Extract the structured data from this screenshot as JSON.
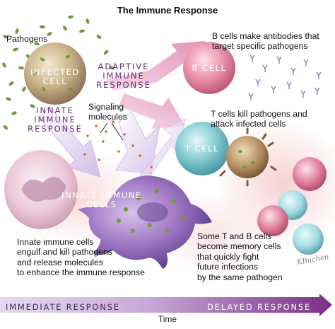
{
  "figure": {
    "title": "The Immune Response",
    "pathogens_label": "Pathogens",
    "infected_cell_label": [
      "INFECTED",
      "CELL"
    ],
    "adaptive_label": [
      "ADAPTIVE",
      "IMMUNE",
      "RESPONSE"
    ],
    "innate_label": [
      "INNATE",
      "IMMUNE",
      "RESPONSE"
    ],
    "signaling_label": [
      "Signaling",
      "molecules"
    ],
    "b_cell_label": "B CELL",
    "b_cell_text": [
      "B cells make antibodies that",
      "target specific pathogens"
    ],
    "t_cell_label": "T CELL",
    "t_cell_text": [
      "T cells kill pathogens and",
      "attack infected cells"
    ],
    "innate_cells_label": [
      "INNATE IMMUNE",
      "CELLS"
    ],
    "innate_text": [
      "Innate immune cells",
      "engulf and kill pathogens",
      "and release molecules",
      "to enhance the immune response"
    ],
    "memory_text": [
      "Some T and B cells",
      "become memory cells",
      "that quickly fight",
      "future infections",
      "by the same pathogen"
    ],
    "signature": "KBuchen",
    "timebar": {
      "left": "IMMEDIATE RESPONSE",
      "right": "DELAYED RESPONSE",
      "axis_label": "Time"
    }
  },
  "colors": {
    "purple_text": "#6b2a7a",
    "timebar_left": "#d9cde6",
    "timebar_right": "#7a2f86"
  }
}
